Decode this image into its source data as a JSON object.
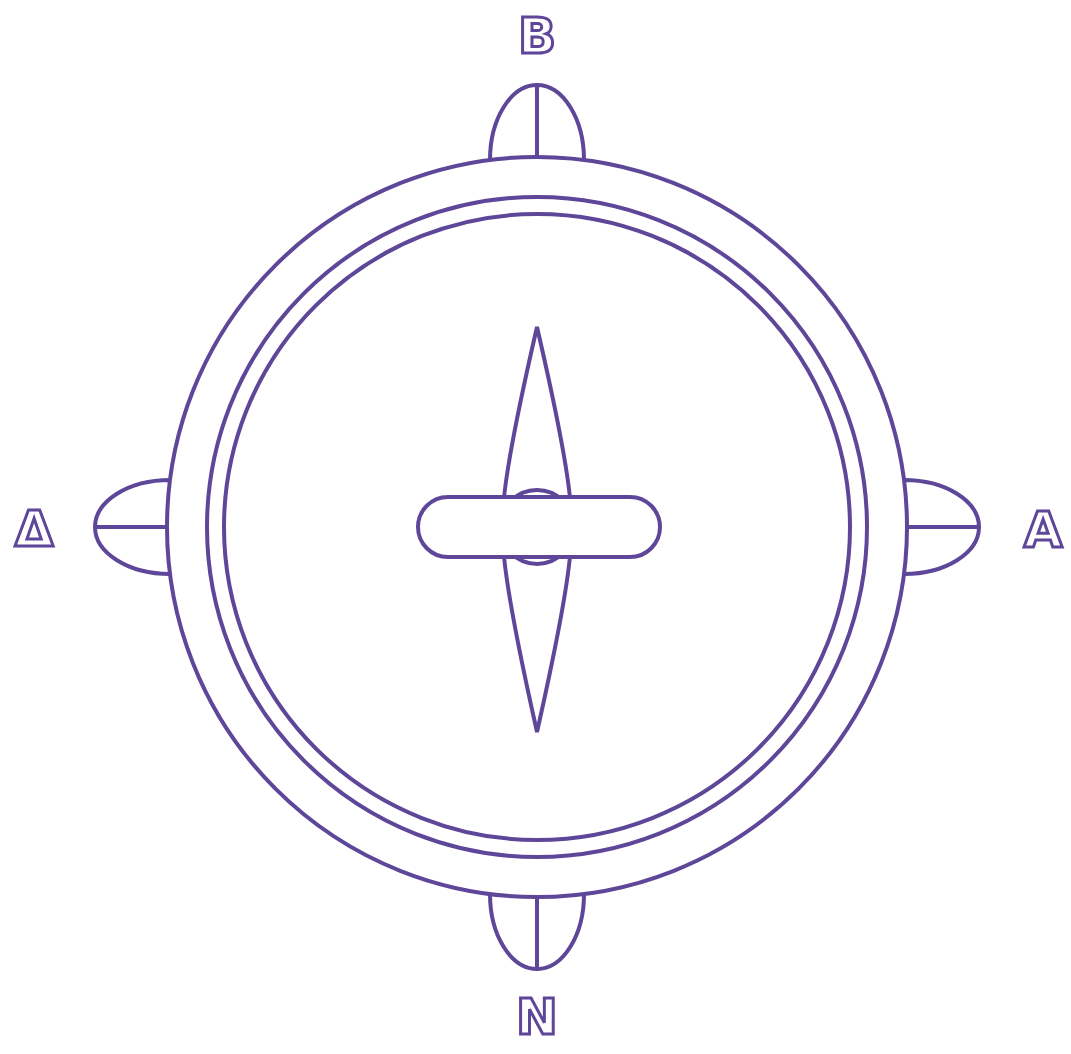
{
  "diagram": {
    "labels": [
      "B",
      "Δ",
      "A",
      "N"
    ]
  }
}
